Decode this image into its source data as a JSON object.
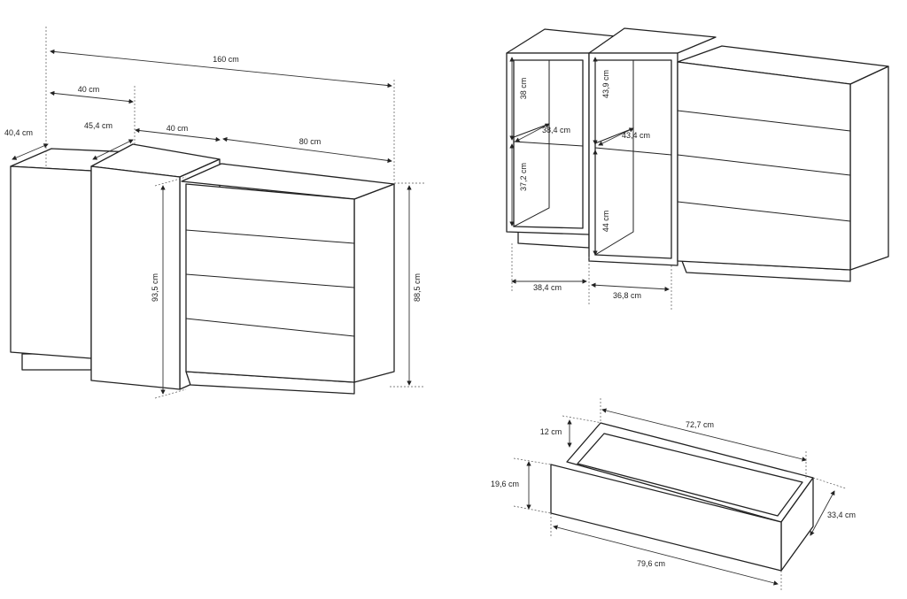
{
  "left_view": {
    "total_width": "160 cm",
    "left_cabinet_width": "40 cm",
    "left_cabinet_depth": "40,4 cm",
    "middle_cabinet_depth": "45,4 cm",
    "middle_cabinet_width": "40 cm",
    "dresser_width": "80 cm",
    "middle_cabinet_height": "93,5 cm",
    "dresser_height": "88,5 cm"
  },
  "shelf_view": {
    "left_upper_height": "38 cm",
    "right_upper_height": "43,9 cm",
    "left_shelf_depth": "38,4 cm",
    "right_shelf_depth": "43,4 cm",
    "left_lower_height": "37,2 cm",
    "right_lower_height": "44 cm",
    "left_inner_width": "38,4 cm",
    "right_inner_width": "36,8 cm"
  },
  "drawer_view": {
    "inner_length": "72,7 cm",
    "inner_height": "12 cm",
    "front_height": "19,6 cm",
    "depth": "33,4 cm",
    "front_length": "79,6 cm"
  }
}
